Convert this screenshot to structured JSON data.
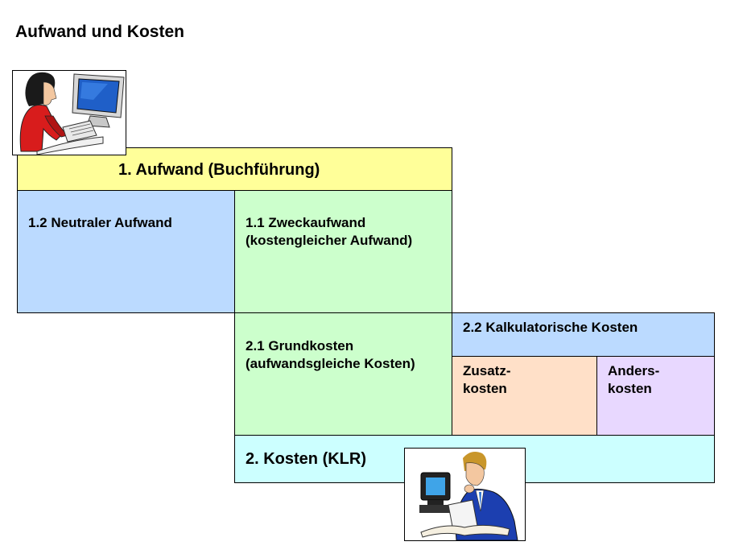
{
  "title": "Aufwand und Kosten",
  "colors": {
    "aufwand_header": "#ffff99",
    "neutral": "#bbdaff",
    "zweck_grund": "#ccffcc",
    "kalkulatorisch": "#bbdaff",
    "zusatz": "#ffe0c8",
    "anders": "#e8d8ff",
    "kosten_bar": "#ccffff"
  },
  "boxes": {
    "aufwand_header": "1.  Aufwand (Buchführung)",
    "neutraler_aufwand": "1.2 Neutraler Aufwand",
    "zweckaufwand": "1.1 Zweckaufwand\n(kostengleicher Aufwand)",
    "grundkosten": "2.1 Grundkosten\n(aufwandsgleiche Kosten)",
    "kalkulatorische_kosten": "2.2 Kalkulatorische Kosten",
    "zusatzkosten": "Zusatz-\nkosten",
    "anderskosten": "Anders-\nkosten",
    "kosten_klr": "2. Kosten (KLR)"
  },
  "images": {
    "woman": "woman-at-computer-clipart",
    "man": "man-reading-at-computer-clipart"
  }
}
